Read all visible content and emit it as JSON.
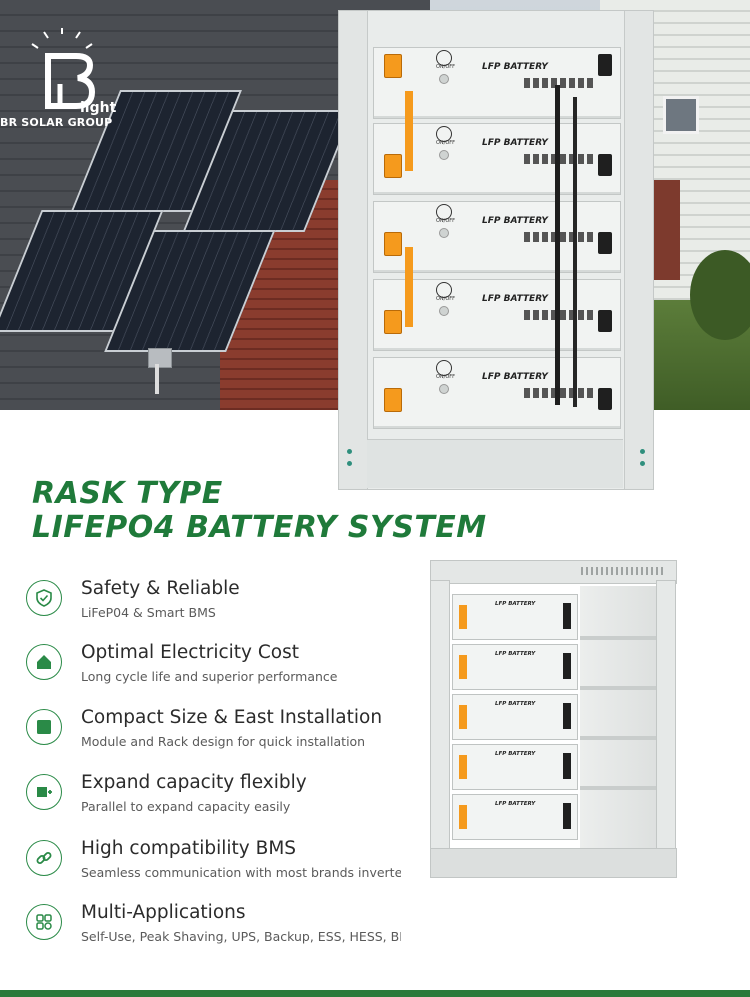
{
  "brand": {
    "logo_letters": "B",
    "logo_word": "light",
    "company": "BR SOLAR GROUP"
  },
  "cabinet": {
    "module_label": "LFP BATTERY",
    "onoff_label": "ON/OFF",
    "module_count": 5
  },
  "heading": {
    "line1": "RASK TYPE",
    "line2": "LIFEPO4 BATTERY SYSTEM"
  },
  "features": [
    {
      "icon": "shield-check-icon",
      "title": "Safety & Reliable",
      "desc": "LiFeP04 & Smart BMS"
    },
    {
      "icon": "house-icon",
      "title": "Optimal Electricity Cost",
      "desc": "Long cycle life and superior performance"
    },
    {
      "icon": "square-icon",
      "title": "Compact Size & East Installation",
      "desc": "Module and Rack design for quick installation"
    },
    {
      "icon": "expand-icon",
      "title": "Expand capacity flexibly",
      "desc": "Parallel to expand capacity easily"
    },
    {
      "icon": "link-icon",
      "title": "High compatibility BMS",
      "desc": "Seamless communication with most brands inverters"
    },
    {
      "icon": "apps-icon",
      "title": "Multi-Applications",
      "desc": "Self-Use, Peak Shaving, UPS, Backup, ESS, HESS, BESS."
    }
  ],
  "colors": {
    "accent_green": "#1f7a3a",
    "terminal_orange": "#f59a1d",
    "bar_green": "#2b7a3b"
  }
}
